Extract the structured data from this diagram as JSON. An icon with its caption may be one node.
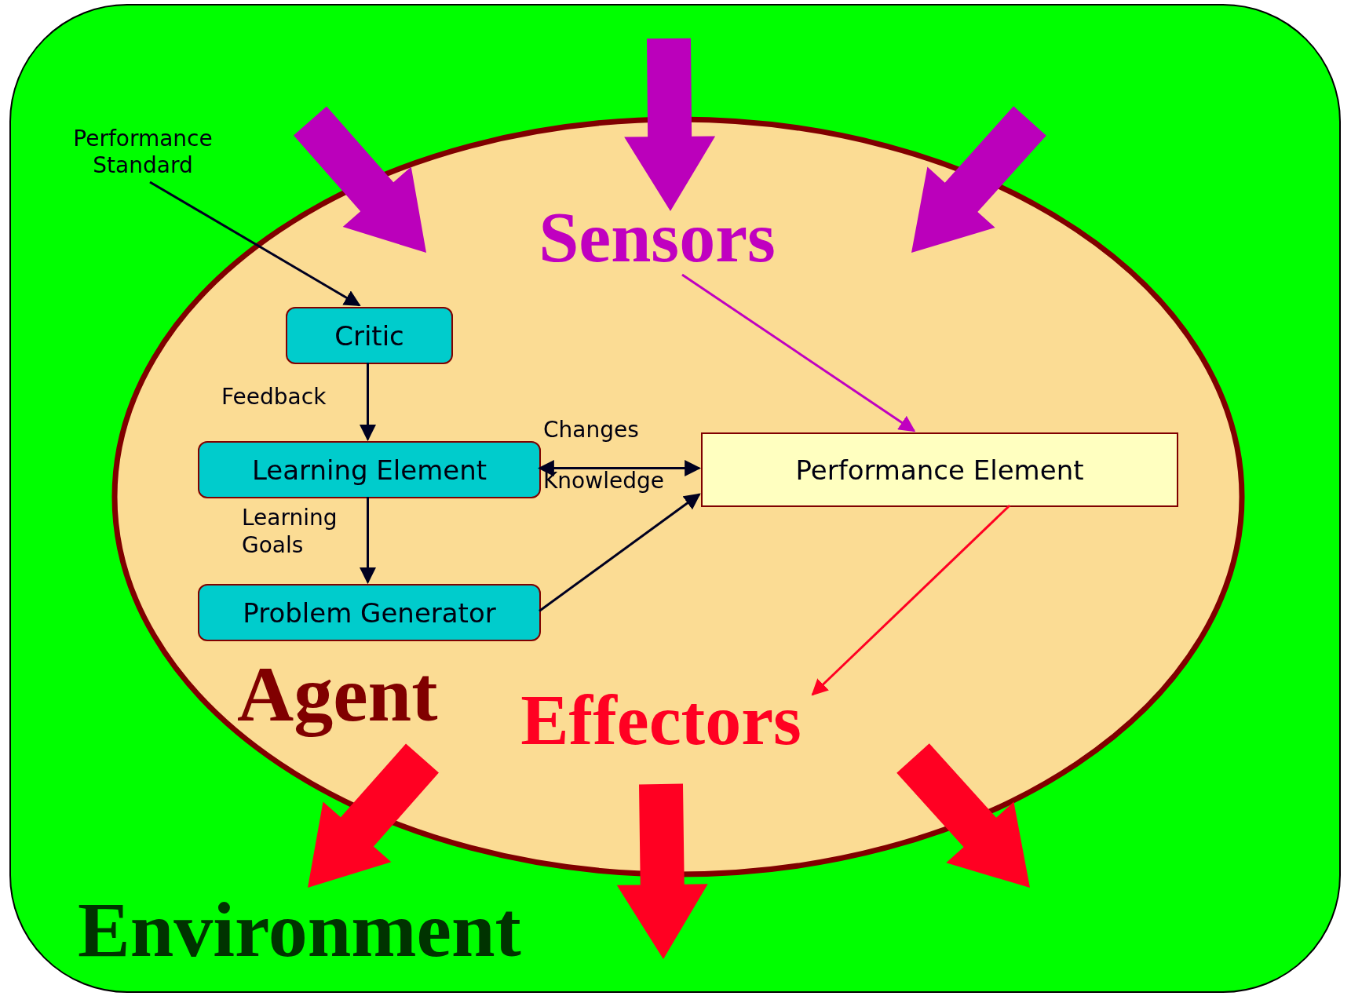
{
  "diagram": {
    "nodes": [
      {
        "text": [
          "Environment"
        ]
      },
      {
        "text": [
          "Agent"
        ],
        "in": 0
      },
      {
        "text": [
          "Sensors"
        ],
        "in": 1
      },
      {
        "text": [
          "Critic"
        ],
        "in": 1
      },
      {
        "text": [
          "Learning Element"
        ],
        "in": 1
      },
      {
        "text": [
          "Performance Element"
        ],
        "in": 1
      },
      {
        "text": [
          "Problem Generator"
        ],
        "in": 1
      },
      {
        "text": [
          "Effectors"
        ],
        "in": 1
      },
      {
        "text": [
          "Performance Standard"
        ],
        "in": 0
      }
    ],
    "edges": [
      {
        "from": 8,
        "to": 3,
        "arrow": "to"
      },
      {
        "from": 2,
        "to": 5,
        "arrow": "to",
        "color": "#c000c0"
      },
      {
        "from": 3,
        "to": 4,
        "arrow": "to",
        "label": "Feedback"
      },
      {
        "from": 4,
        "to": 5,
        "arrow": "both"
      },
      {
        "from": 4,
        "to": 6,
        "arrow": "to",
        "label": "Learning Goals"
      },
      {
        "from": 6,
        "to": 5,
        "arrow": "to"
      },
      {
        "from": 5,
        "to": 7,
        "arrow": "to",
        "color": "#ff0022"
      }
    ],
    "labels": [
      "Changes",
      "Knowledge"
    ]
  }
}
